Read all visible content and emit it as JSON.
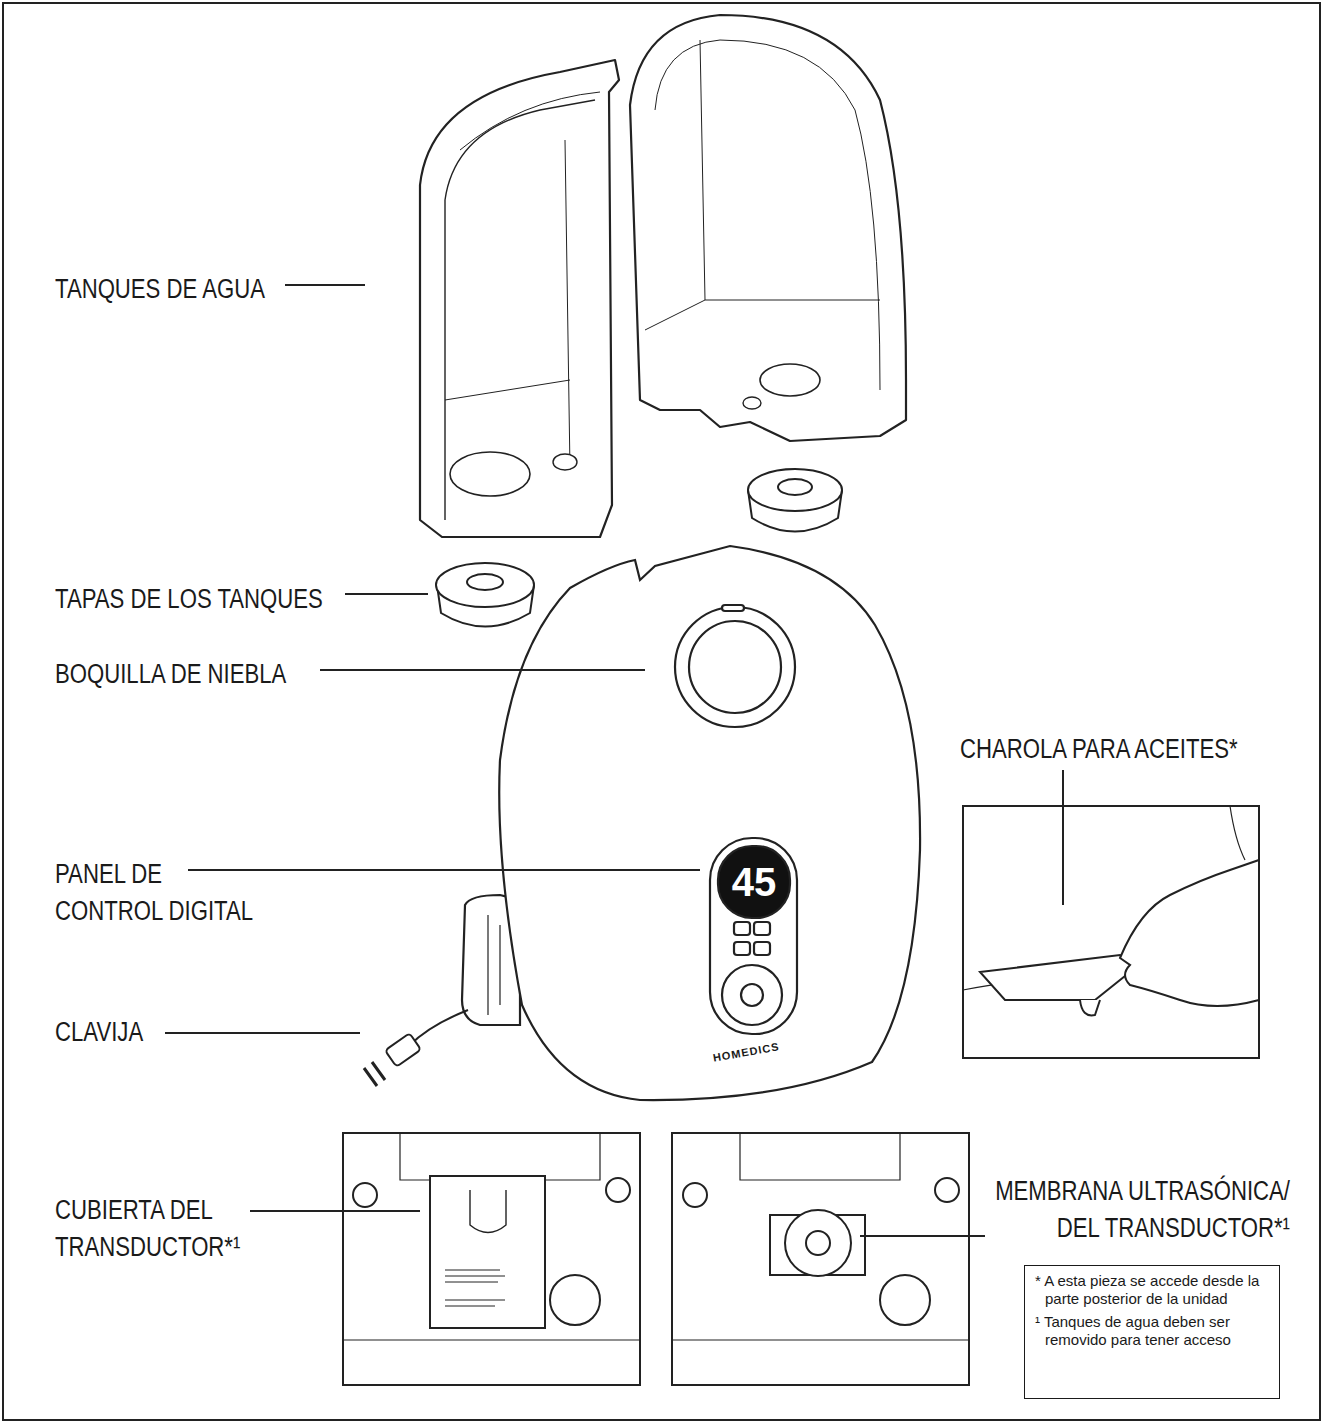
{
  "diagram": {
    "nodes": [
      {
        "text": [
          "* A esta pieza se accede desde la parte posterior de la unidad",
          "¹ Tanques de agua deben ser removido para tener acceso"
        ]
      }
    ],
    "labels": [
      "TANQUES DE AGUA",
      "TAPAS DE LOS TANQUES",
      "BOQUILLA DE NIEBLA",
      "PANEL DE CONTROL DIGITAL",
      "CLAVIJA",
      "CHAROLA PARA ACEITES*",
      "CUBIERTA DEL TRANSDUCTOR*¹",
      "MEMBRANA ULTRASÓNICA/ DEL TRANSDUCTOR*¹",
      "45",
      "HOMEDICS"
    ]
  }
}
